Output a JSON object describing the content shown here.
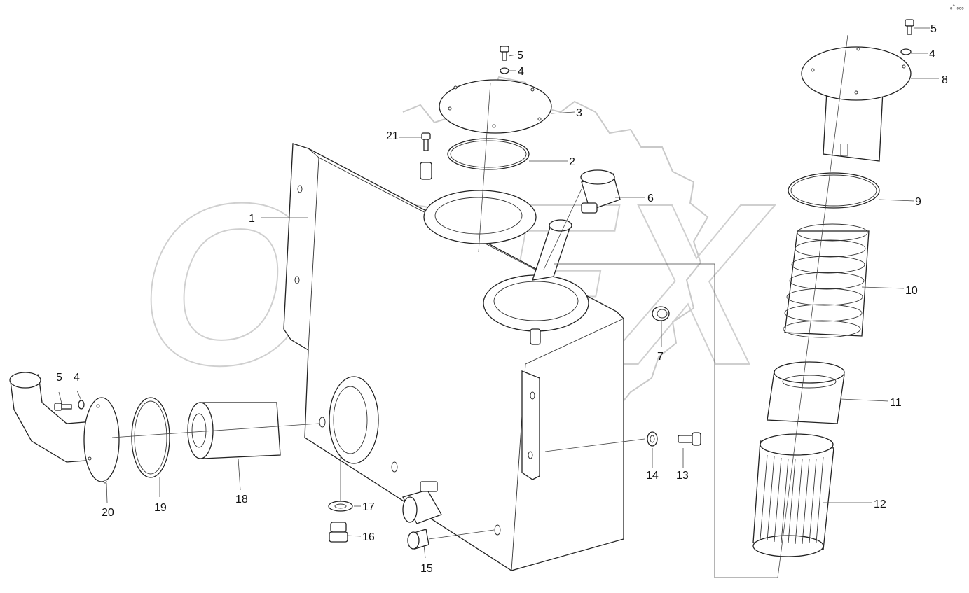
{
  "corner_mark": "ₒ° ₒₒₒ",
  "watermark": {
    "text": "OPEX"
  },
  "callouts": [
    {
      "id": "c1",
      "text": "1"
    },
    {
      "id": "c2",
      "text": "2"
    },
    {
      "id": "c3",
      "text": "3"
    },
    {
      "id": "c4a",
      "text": "4"
    },
    {
      "id": "c4b",
      "text": "4"
    },
    {
      "id": "c4c",
      "text": "4"
    },
    {
      "id": "c5a",
      "text": "5"
    },
    {
      "id": "c5b",
      "text": "5"
    },
    {
      "id": "c5c",
      "text": "5"
    },
    {
      "id": "c6",
      "text": "6"
    },
    {
      "id": "c7",
      "text": "7"
    },
    {
      "id": "c8",
      "text": "8"
    },
    {
      "id": "c9",
      "text": "9"
    },
    {
      "id": "c10",
      "text": "10"
    },
    {
      "id": "c11",
      "text": "11"
    },
    {
      "id": "c12",
      "text": "12"
    },
    {
      "id": "c13",
      "text": "13"
    },
    {
      "id": "c14",
      "text": "14"
    },
    {
      "id": "c15",
      "text": "15"
    },
    {
      "id": "c16",
      "text": "16"
    },
    {
      "id": "c17",
      "text": "17"
    },
    {
      "id": "c18",
      "text": "18"
    },
    {
      "id": "c19",
      "text": "19"
    },
    {
      "id": "c20",
      "text": "20"
    },
    {
      "id": "c21",
      "text": "21"
    }
  ]
}
